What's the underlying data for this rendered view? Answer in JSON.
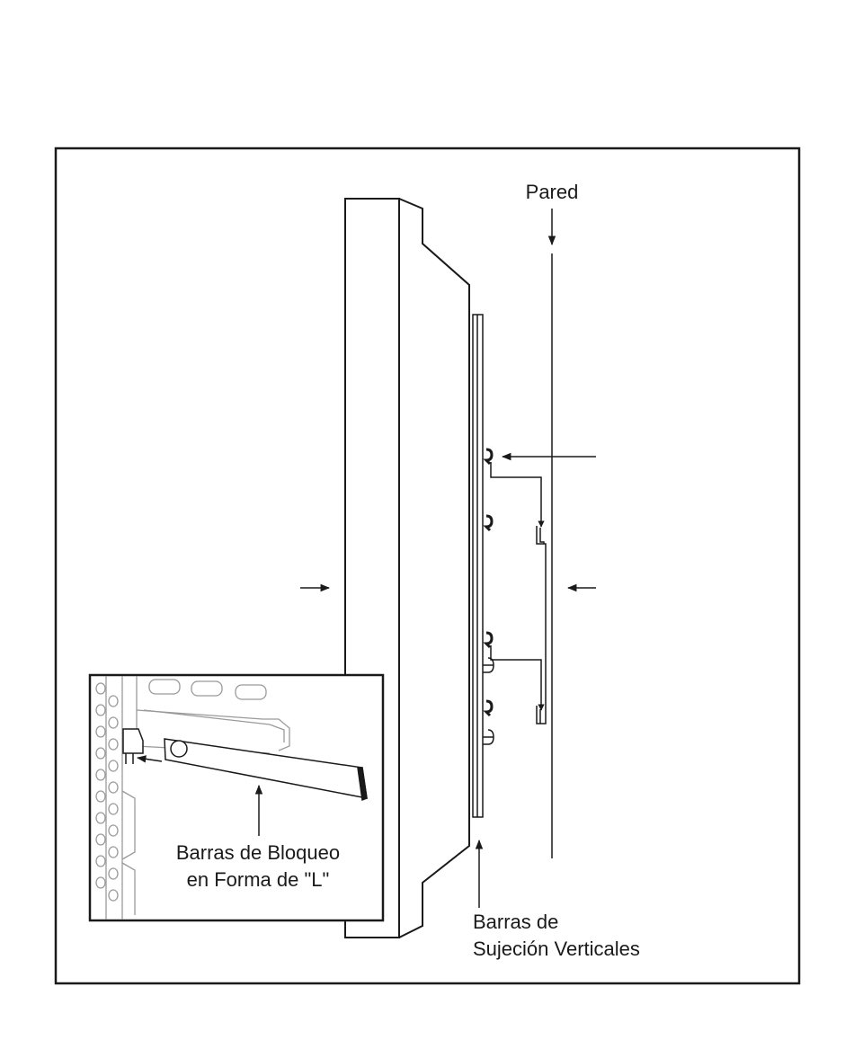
{
  "labels": {
    "wall": "Pared",
    "lock_bars_line1": "Barras de Bloqueo",
    "lock_bars_line2": "en Forma de \"L\"",
    "vertical_bars_line1": "Barras de",
    "vertical_bars_line2": "Sujeción Verticales"
  },
  "colors": {
    "ink": "#1a1a1a",
    "inset_ink": "#8a8a8a",
    "background": "#ffffff"
  }
}
